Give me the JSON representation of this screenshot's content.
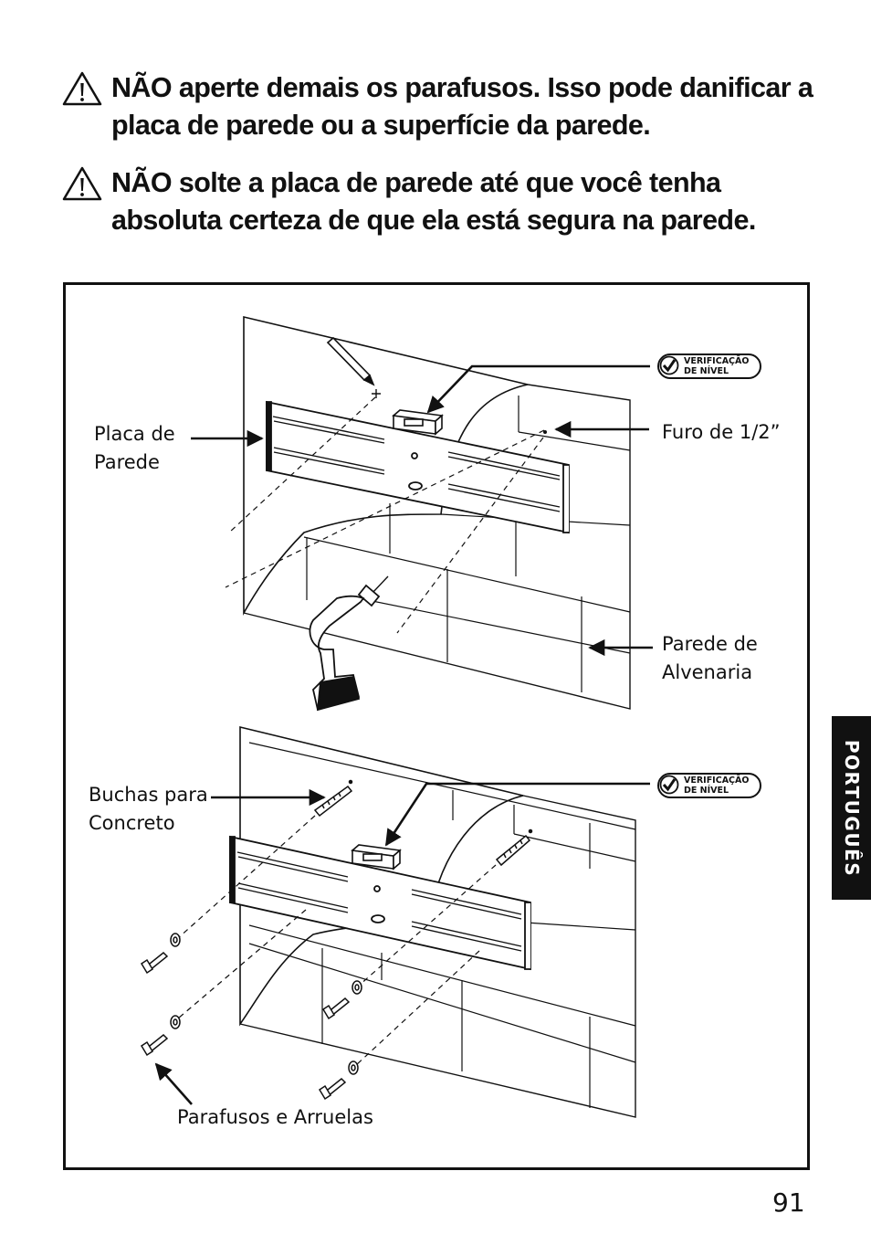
{
  "warnings": [
    {
      "icon": "warning-triangle-icon",
      "text": "NÃO aperte demais os parafusos. Isso pode danificar a placa de parede ou a superfície da parede."
    },
    {
      "icon": "warning-triangle-icon",
      "text": "NÃO solte a placa de parede até que você tenha absoluta certeza de que ela está segura na parede."
    }
  ],
  "figure": {
    "labels": {
      "wall_plate": "Placa de\nParede",
      "hole": "Furo de 1/2”",
      "masonry_wall": "Parede de\nAlvenaria",
      "concrete_anchors": "Buchas para\nConcreto",
      "screws_washers": "Parafusos e Arruelas"
    },
    "level_check_badge": "VERIFICAÇÃO\nDE NÍVEL"
  },
  "side_tab": "PORTUGUÊS",
  "page_number": "91"
}
